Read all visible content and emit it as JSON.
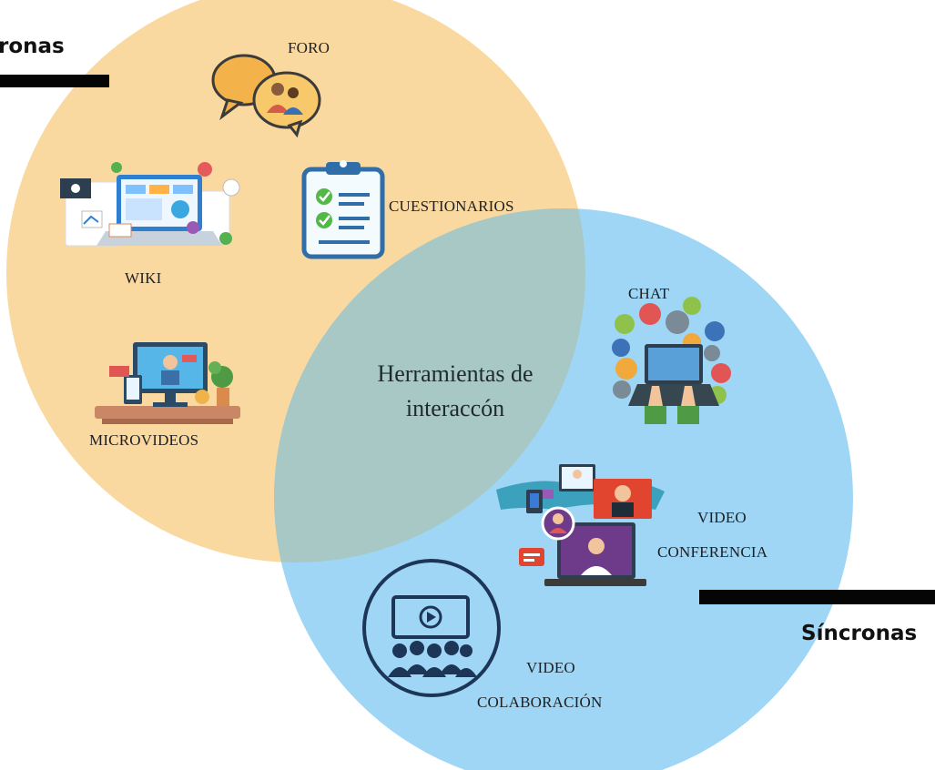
{
  "headings": {
    "async": "ronas",
    "sync": "Síncronas"
  },
  "center": {
    "line1": "Herramientas de",
    "line2": "interaccón"
  },
  "tools": {
    "foro": "FORO",
    "cuestionarios": "CUESTIONARIOS",
    "wiki": "WIKI",
    "microvideos": "MICROVIDEOS",
    "chat": "CHAT",
    "videoconferencia_line1": "VIDEO",
    "videoconferencia_line2": "CONFERENCIA",
    "videocolaboracion_line1": "VIDEO",
    "videocolaboracion_line2": "COLABORACIÓN"
  },
  "colors": {
    "async_circle": "#fad9a0",
    "sync_circle": "#9fd6f5",
    "overlap": "#a7c8c4",
    "bars": "#050505"
  },
  "icons": [
    "chat-bubbles-icon",
    "clipboard-checklist-icon",
    "laptop-dashboard-icon",
    "desk-computer-icon",
    "social-laptop-icon",
    "videoconference-icon",
    "group-video-icon"
  ]
}
